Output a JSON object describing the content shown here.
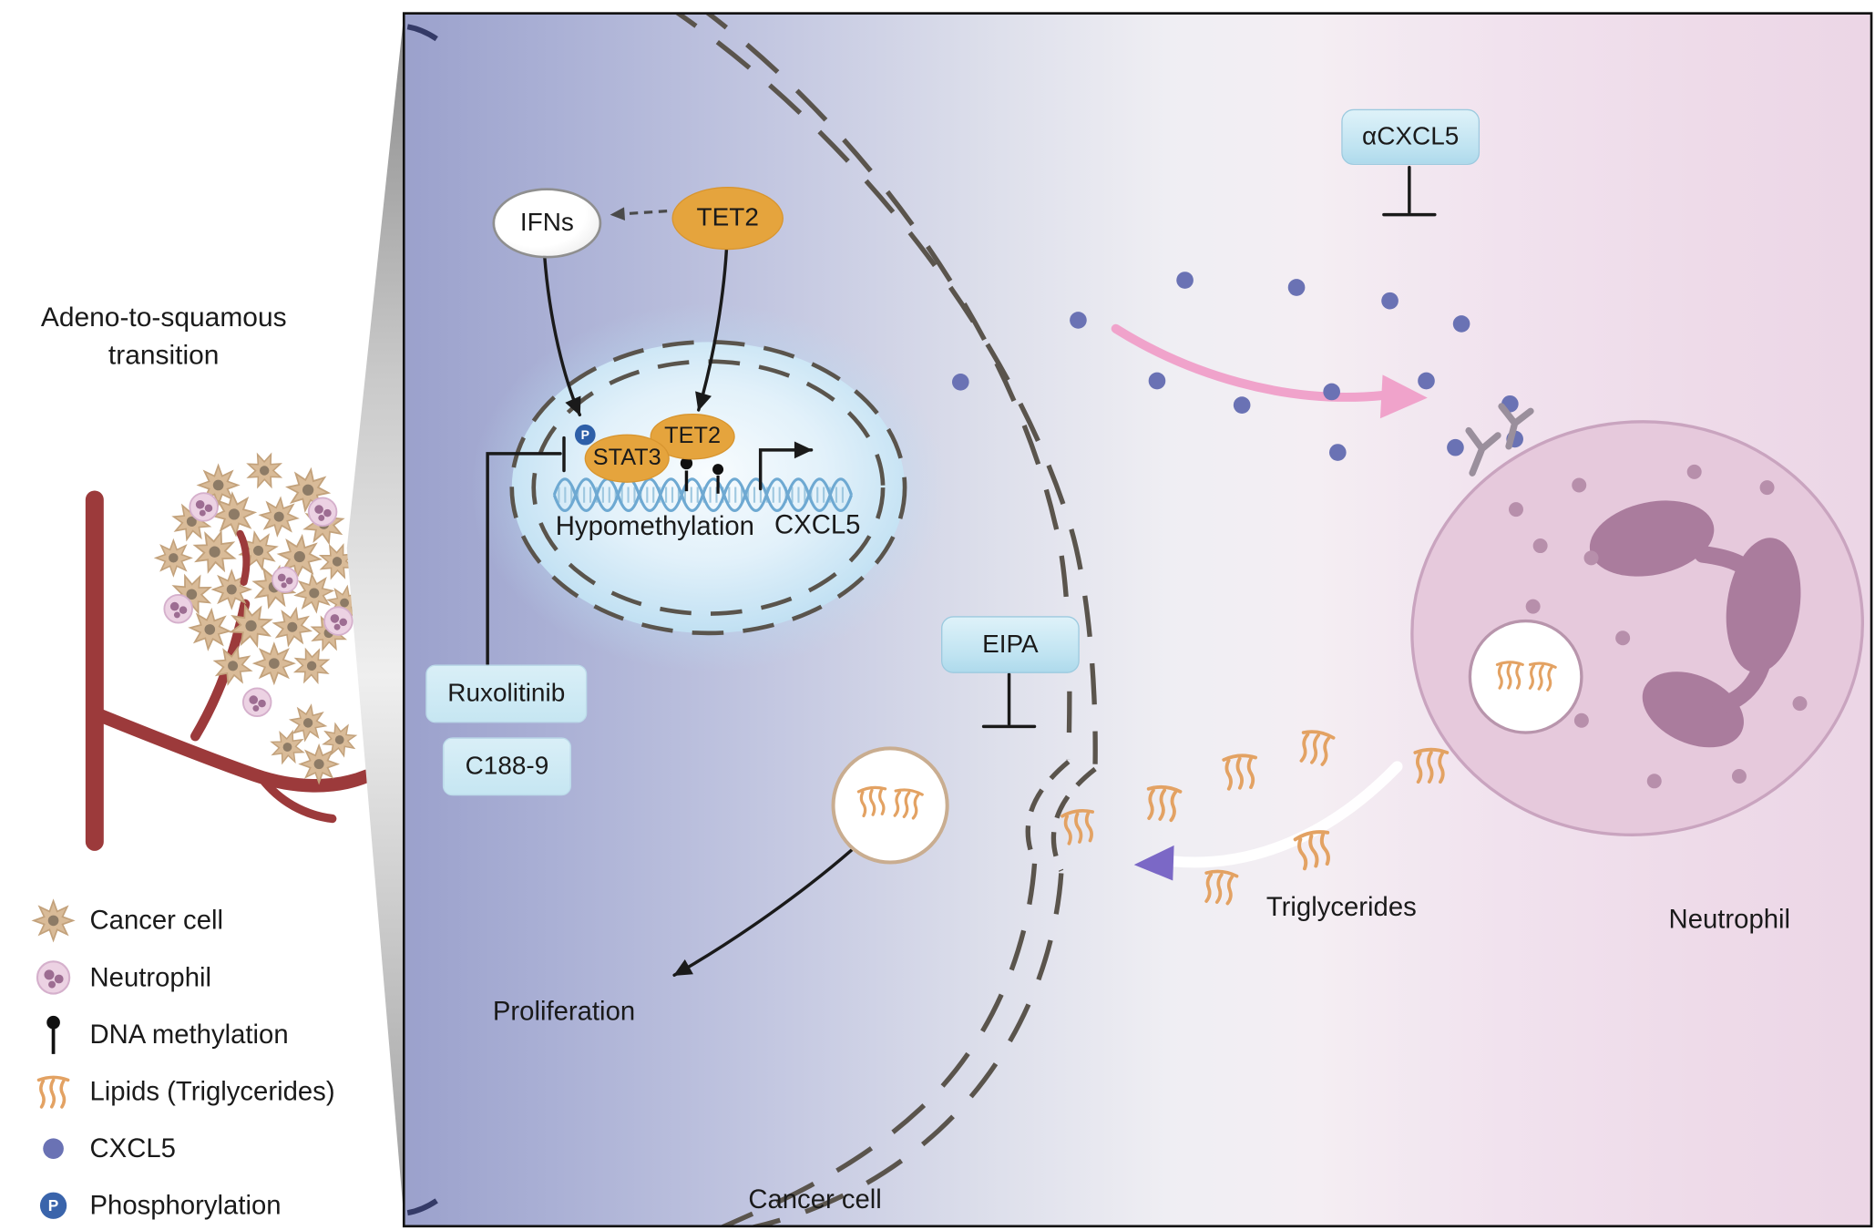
{
  "left_panel": {
    "title_line1": "Adeno-to-squamous",
    "title_line2": "transition"
  },
  "legend": {
    "items": [
      {
        "icon": "cancer-cell-icon",
        "label": "Cancer cell"
      },
      {
        "icon": "neutrophil-icon",
        "label": "Neutrophil"
      },
      {
        "icon": "dna-methylation-icon",
        "label": "DNA methylation"
      },
      {
        "icon": "lipids-icon",
        "label": "Lipids (Triglycerides)"
      },
      {
        "icon": "cxcl5-icon",
        "label": "CXCL5"
      },
      {
        "icon": "phosphorylation-icon",
        "label": "Phosphorylation"
      }
    ]
  },
  "diagram": {
    "ifns_label": "IFNs",
    "tet2_upper_label": "TET2",
    "tet2_nucleus_label": "TET2",
    "stat3_label": "STAT3",
    "phospho_label": "P",
    "hypomethylation_label": "Hypomethylation",
    "cxcl5_gene_label": "CXCL5",
    "ruxolitinib_label": "Ruxolitinib",
    "c188_label": "C188-9",
    "eipa_label": "EIPA",
    "acxcl5_label": "αCXCL5",
    "proliferation_label": "Proliferation",
    "cancer_cell_label": "Cancer cell",
    "neutrophil_label": "Neutrophil",
    "triglycerides_label": "Triglycerides"
  },
  "colors": {
    "panel_left": "#9ba1cc",
    "panel_right": "#ecd6e6",
    "orange_oval": "#e5a43d",
    "light_blue_box": "#cfeaf6",
    "cxcl5_dot": "#6a72b4",
    "pink_arrow": "#f0a3cb",
    "neutrophil_fill": "#e6c9dc",
    "neutrophil_nucleus": "#aa7c9d",
    "lipid": "#e3a263",
    "vessel": "#9c3a3b",
    "phospho_badge": "#2e5fa8",
    "nucleus_fill": "#cfe8f7",
    "membrane": "#5a544c"
  }
}
